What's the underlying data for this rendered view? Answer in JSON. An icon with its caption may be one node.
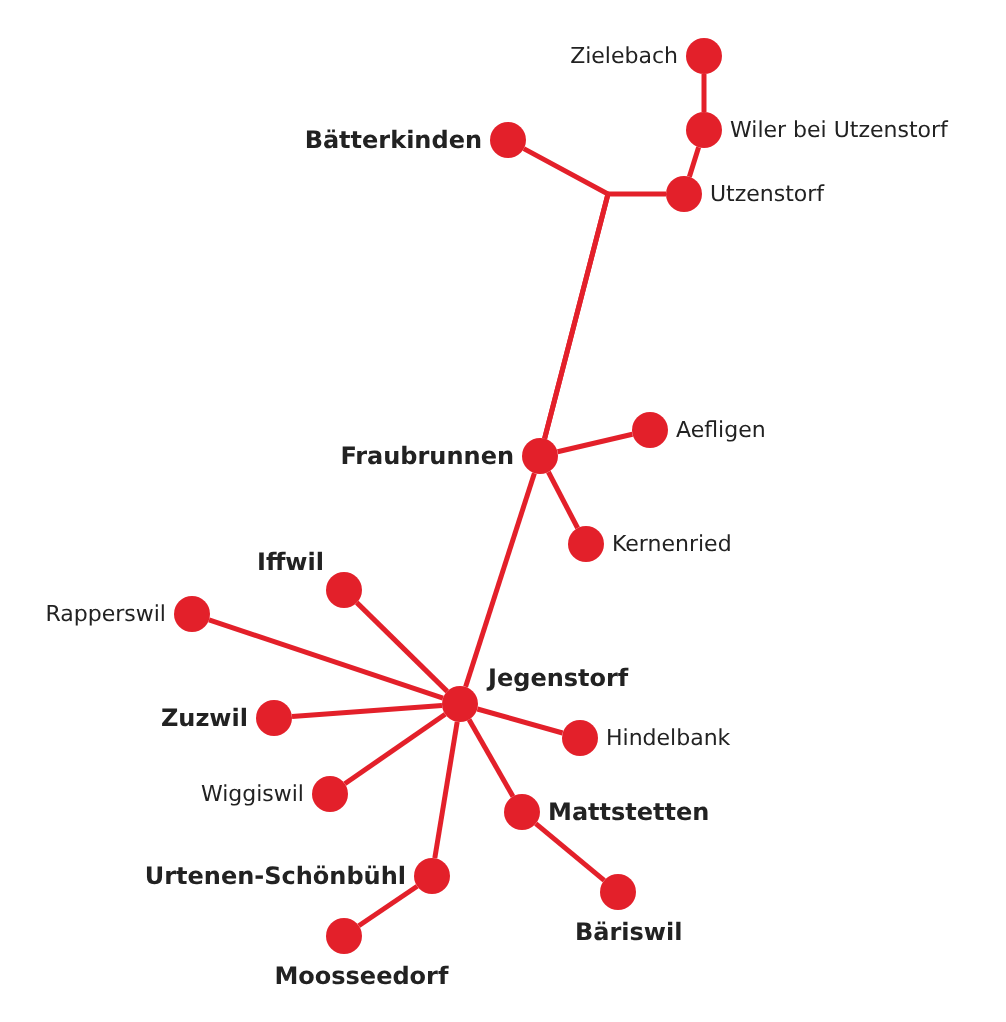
{
  "diagram": {
    "nodes": [
      {
        "text": [],
        "shape": "circle",
        "beside": [
          "Zielebach"
        ]
      },
      {
        "text": [],
        "shape": "circle",
        "beside": [
          "Wiler bei Utzenstorf"
        ]
      },
      {
        "text": [],
        "shape": "circle",
        "beside": [
          "Bätterkinden"
        ]
      },
      {
        "text": [],
        "shape": "circle",
        "beside": [
          "Utzenstorf"
        ]
      },
      {
        "text": [],
        "shape": "circle",
        "beside": [
          "Fraubrunnen"
        ]
      },
      {
        "text": [],
        "shape": "circle",
        "beside": [
          "Aefligen"
        ]
      },
      {
        "text": [],
        "shape": "circle",
        "beside": [
          "Kernenried"
        ]
      },
      {
        "text": [],
        "shape": "circle",
        "beside": [
          "Iffwil"
        ]
      },
      {
        "text": [],
        "shape": "circle",
        "beside": [
          "Rapperswil"
        ]
      },
      {
        "text": [],
        "shape": "circle",
        "beside": [
          "Jegenstorf"
        ]
      },
      {
        "text": [],
        "shape": "circle",
        "beside": [
          "Zuzwil"
        ]
      },
      {
        "text": [],
        "shape": "circle",
        "beside": [
          "Hindelbank"
        ]
      },
      {
        "text": [],
        "shape": "circle",
        "beside": [
          "Wiggiswil"
        ]
      },
      {
        "text": [],
        "shape": "circle",
        "beside": [
          "Mattstetten"
        ]
      },
      {
        "text": [],
        "shape": "circle",
        "beside": [
          "Urtenen-Schönbühl"
        ]
      },
      {
        "text": [],
        "shape": "circle",
        "beside": [
          "Bäriswil"
        ]
      },
      {
        "text": [],
        "shape": "circle",
        "beside": [
          "Moosseedorf"
        ]
      }
    ],
    "edges": [
      {
        "from": 0,
        "to": 1,
        "arrow": "none"
      },
      {
        "from": 1,
        "to": 3,
        "arrow": "none"
      },
      {
        "from": 2,
        "to": 4,
        "arrow": "none"
      },
      {
        "from": 3,
        "to": 4,
        "arrow": "none"
      },
      {
        "from": 4,
        "to": 5,
        "arrow": "none"
      },
      {
        "from": 4,
        "to": 6,
        "arrow": "none"
      },
      {
        "from": 4,
        "to": 9,
        "arrow": "none"
      },
      {
        "from": 9,
        "to": 7,
        "arrow": "none"
      },
      {
        "from": 9,
        "to": 8,
        "arrow": "none"
      },
      {
        "from": 9,
        "to": 10,
        "arrow": "none"
      },
      {
        "from": 9,
        "to": 11,
        "arrow": "none"
      },
      {
        "from": 9,
        "to": 12,
        "arrow": "none"
      },
      {
        "from": 9,
        "to": 13,
        "arrow": "none"
      },
      {
        "from": 13,
        "to": 15,
        "arrow": "none"
      },
      {
        "from": 9,
        "to": 14,
        "arrow": "none"
      },
      {
        "from": 14,
        "to": 16,
        "arrow": "none"
      }
    ]
  }
}
